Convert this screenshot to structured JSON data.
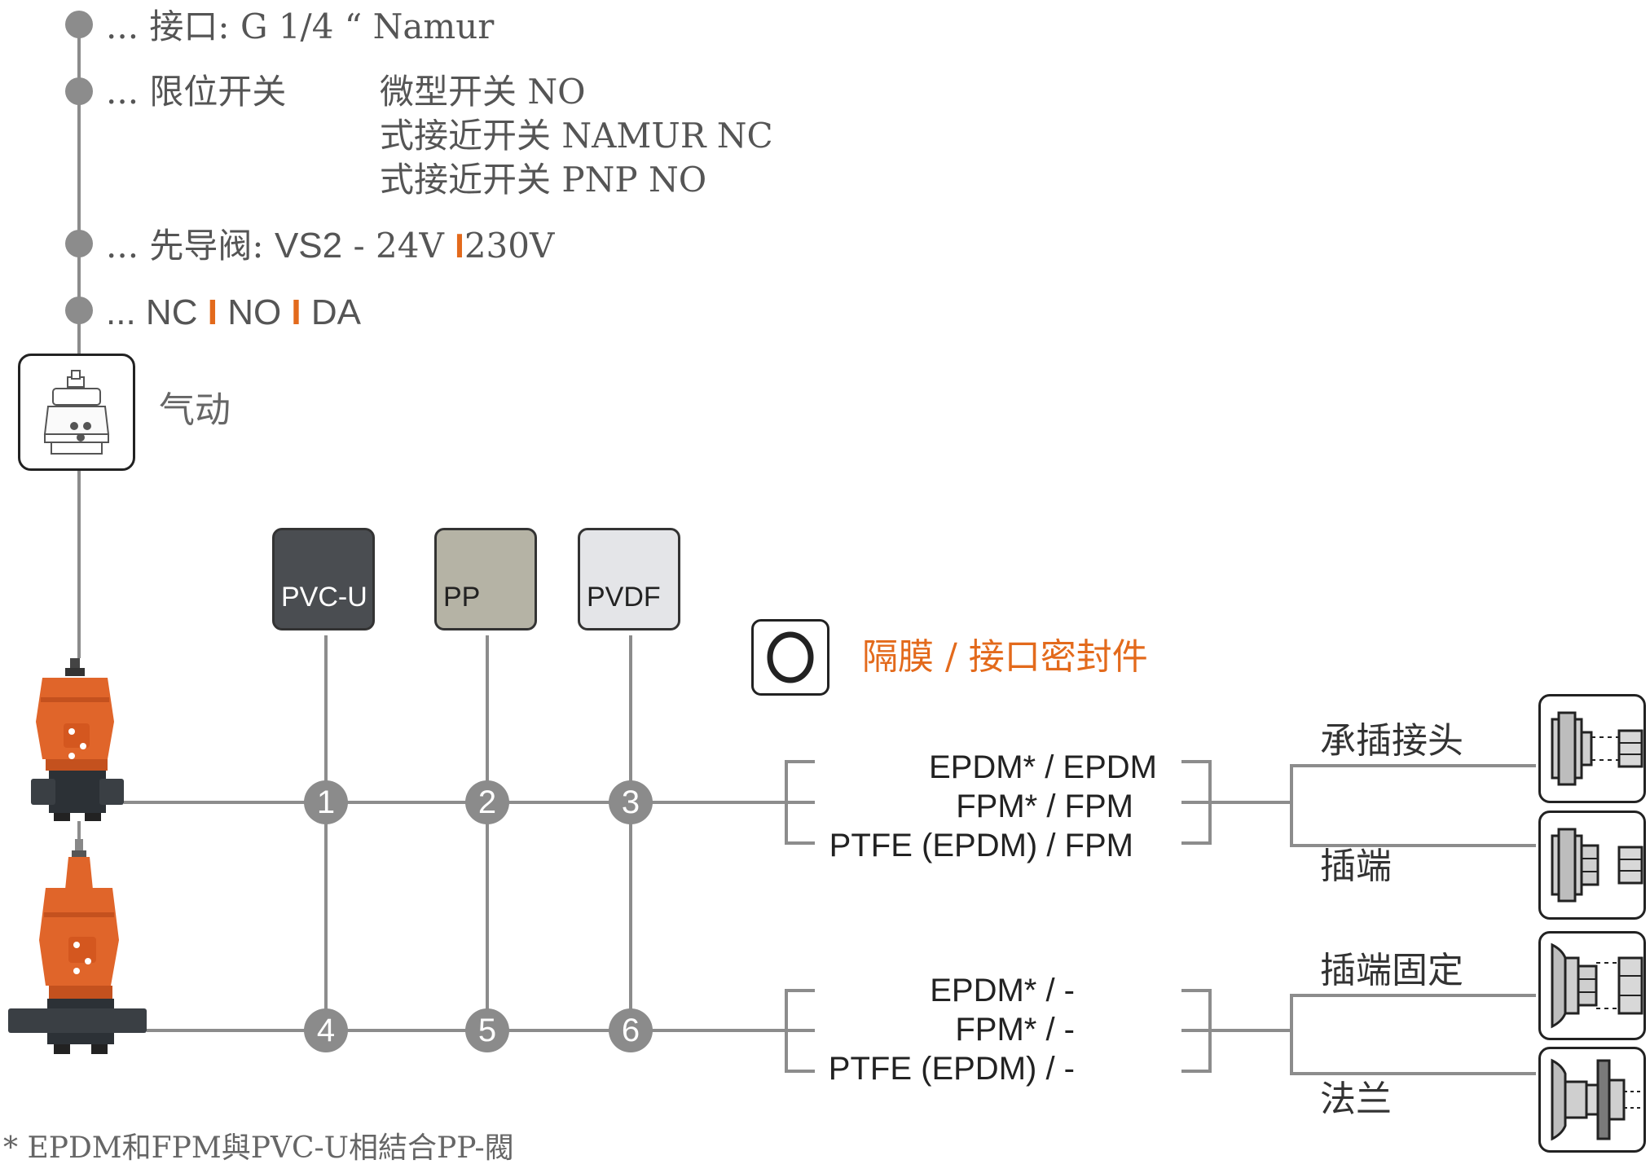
{
  "options": {
    "connection": {
      "prefix": "...",
      "label": "接口:",
      "value": "G 1/4 “ Namur"
    },
    "limit_switch": {
      "prefix": "...",
      "label": "限位开关",
      "lines": [
        "微型开关 NO",
        "式接近开关 NAMUR NC",
        "式接近开关 PNP NO"
      ]
    },
    "pilot_valve": {
      "prefix": "...",
      "label": "先导阀:",
      "model": "VS2",
      "v1": "- 24V",
      "sep": "I",
      "v2": "230V"
    },
    "function": {
      "prefix": "...",
      "a": "NC",
      "sep1": "I",
      "b": "NO",
      "sep2": "I",
      "c": "DA"
    }
  },
  "actuator": {
    "label": "气动",
    "icon": "pneumatic-actuator-icon"
  },
  "materials": [
    {
      "label": "PVC-U",
      "bg": "#4a4d51",
      "fg": "#ffffff"
    },
    {
      "label": "PP",
      "bg": "#b5b3a5",
      "fg": "#222222"
    },
    {
      "label": "PVDF",
      "bg": "#e4e5e8",
      "fg": "#222222"
    }
  ],
  "nodes": [
    "1",
    "2",
    "3",
    "4",
    "5",
    "6"
  ],
  "seal_header": {
    "label": "隔膜  /  接口密封件",
    "icon": "o-ring-icon",
    "color": "#e36a1c"
  },
  "seals_top": [
    "EPDM* / EPDM",
    "FPM* / FPM",
    "PTFE (EPDM) / FPM"
  ],
  "seals_bottom": [
    "EPDM* / -",
    "FPM* / -",
    "PTFE (EPDM) / -"
  ],
  "connections": [
    {
      "label": "承插接头",
      "icon": "socket-union-icon"
    },
    {
      "label": "插端",
      "icon": "spigot-union-icon"
    },
    {
      "label": "插端固定",
      "icon": "spigot-fixed-icon"
    },
    {
      "label": "法兰",
      "icon": "flange-icon"
    }
  ],
  "footnote": "* EPDM和FPM與PVC-U相結合PP-閥",
  "colors": {
    "accent": "#e36a1c",
    "line": "#8c8c8c",
    "valve_body": "#e0652a",
    "pipe": "#2c3136"
  }
}
